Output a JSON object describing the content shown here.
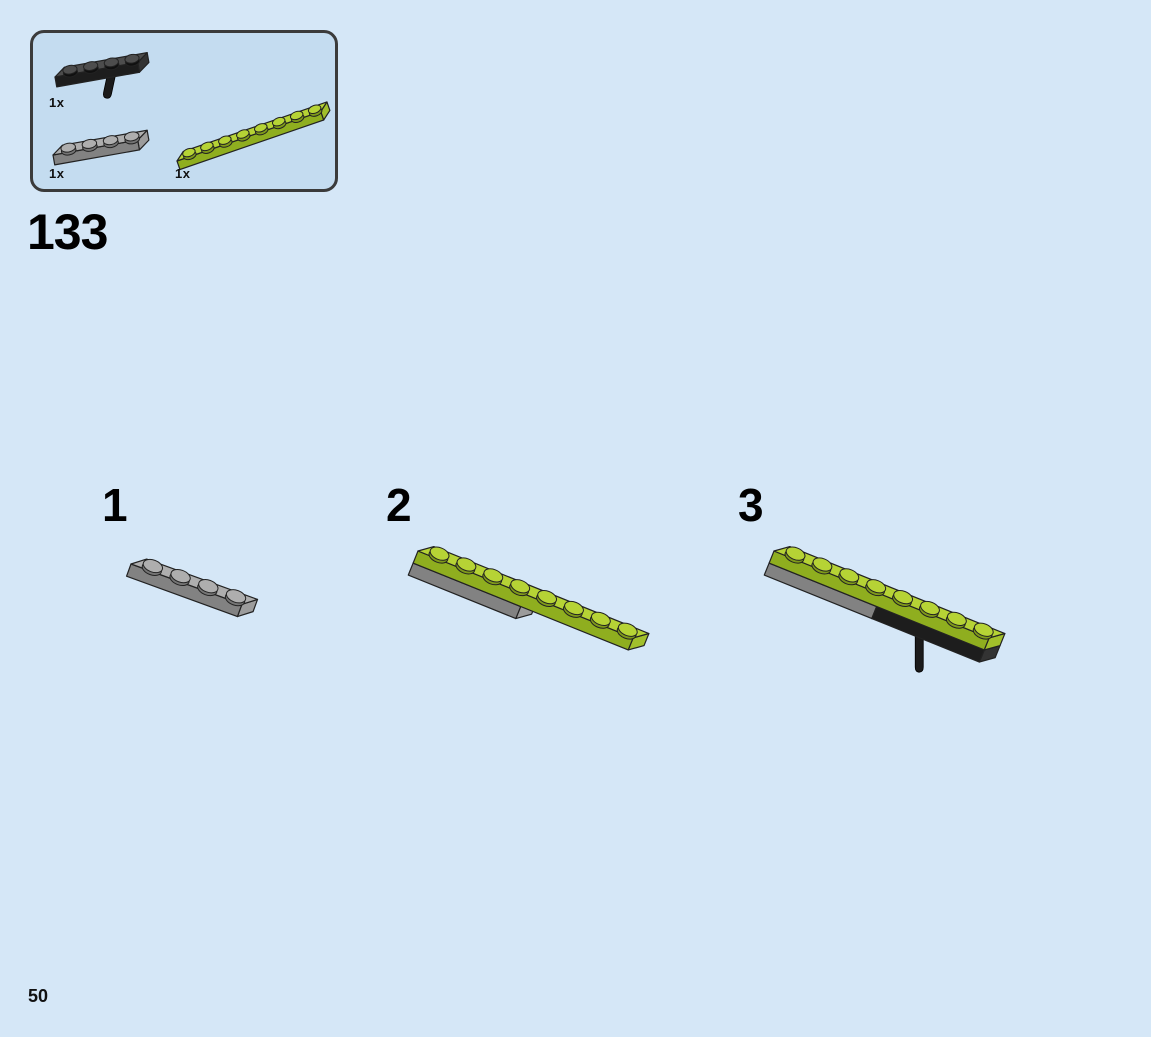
{
  "page": {
    "step_number": "133",
    "page_number": "50"
  },
  "parts_box": {
    "parts": [
      {
        "name": "black-plate-1x4-with-pin",
        "count": "1x"
      },
      {
        "name": "light-gray-plate-1x4",
        "count": "1x"
      },
      {
        "name": "lime-plate-1x8",
        "count": "1x"
      }
    ]
  },
  "steps": [
    {
      "label": "1"
    },
    {
      "label": "2"
    },
    {
      "label": "3"
    }
  ],
  "colors": {
    "background": "#d5e7f7",
    "box_fill": "#c4dcf0",
    "box_border": "#3b3b3b",
    "text": "#111111",
    "outline": "#222222",
    "pin": "#1b1b1b",
    "lime_top": "#b6d335",
    "lime_front": "#8fae1f",
    "lime_side": "#a2c02b",
    "lime_wall": "#7f9a1a",
    "gray_top": "#aeaeae",
    "gray_front": "#828282",
    "gray_side": "#9c9c9c",
    "gray_wall": "#757575",
    "black_top": "#4d4d4d",
    "black_front": "#1d1d1d",
    "black_side": "#333333",
    "black_wall": "#101010"
  }
}
